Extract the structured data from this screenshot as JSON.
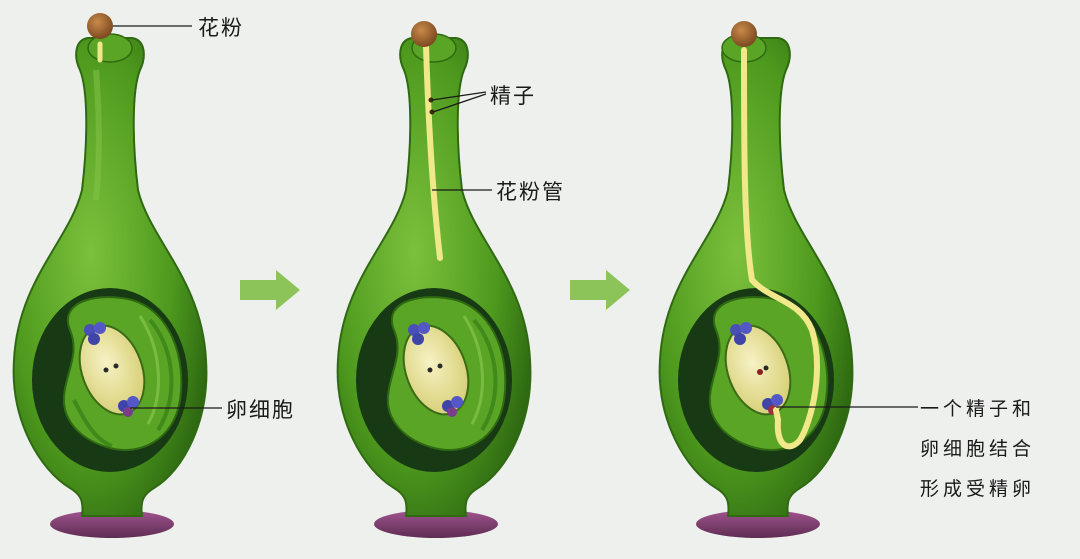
{
  "labels": {
    "pollen": "花粉",
    "sperm": "精子",
    "pollen_tube": "花粉管",
    "egg_cell": "卵细胞",
    "fertilization": [
      "一个精子和",
      "卵细胞结合",
      "形成受精卵"
    ]
  },
  "stages": [
    "pollen-on-stigma",
    "pollen-tube-growing",
    "fertilization"
  ],
  "colors": {
    "background": "#eef0ee",
    "pistil_green": "#4e9a1e",
    "ovary_dark": "#173a14",
    "ovule_green": "#5aa526",
    "egg_yellow": "#e8e29a",
    "pollen_brown": "#9a6030",
    "base_purple": "#7a3d6e",
    "arrow_green": "#8cc45a",
    "nucleus_blue": "#4a4fb8"
  }
}
